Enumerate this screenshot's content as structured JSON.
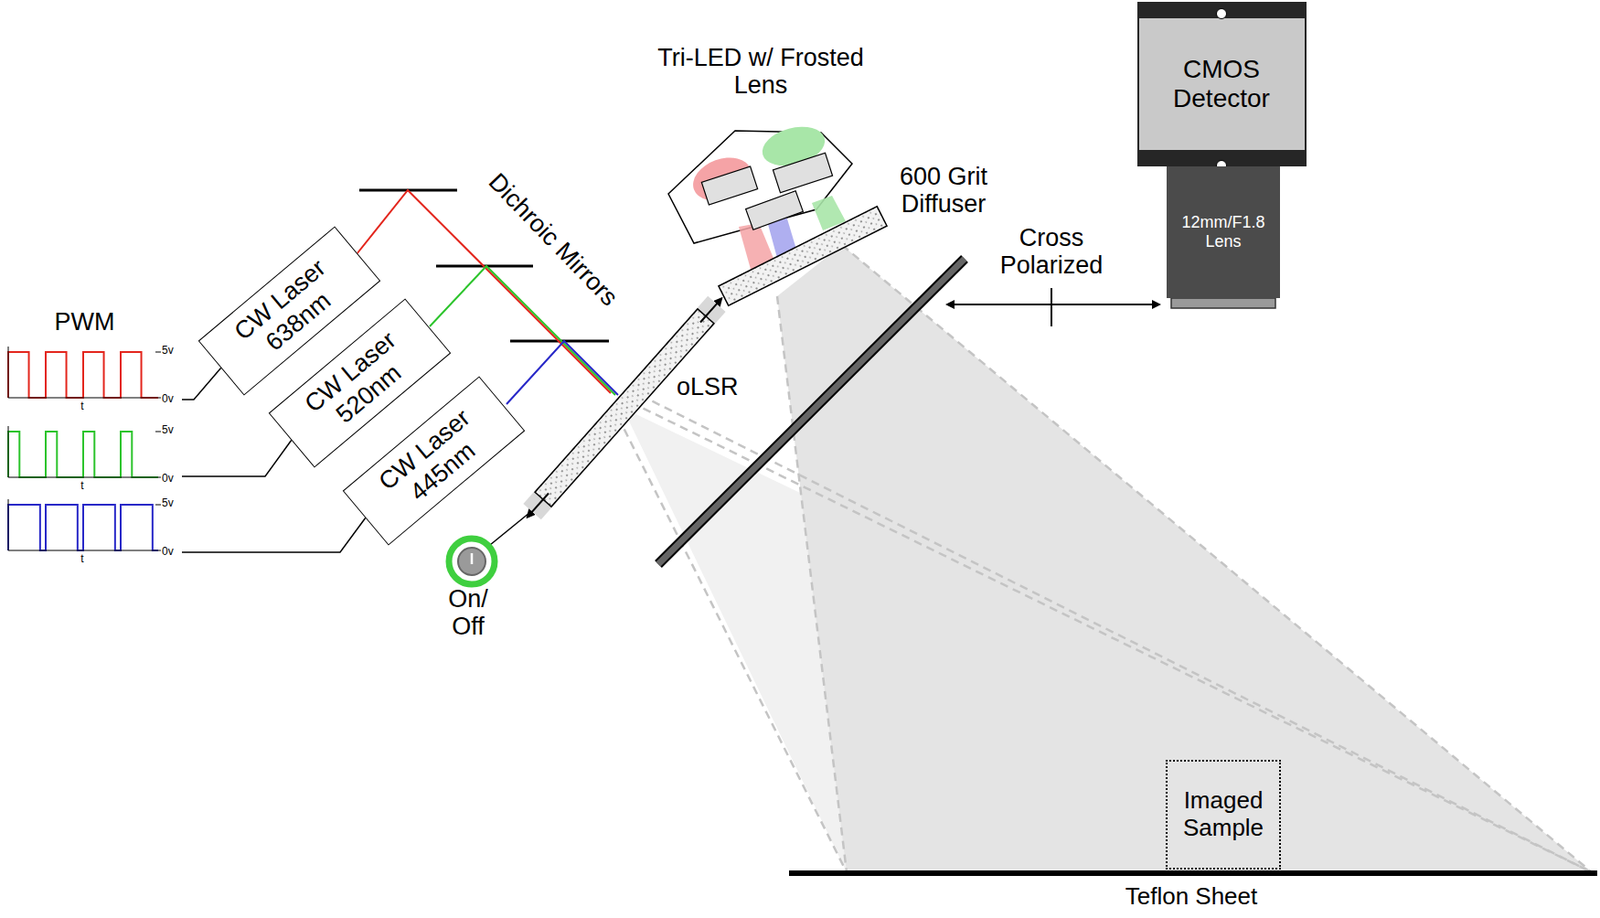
{
  "diagram": {
    "nodes": [
      {
        "text": [
          "CW Laser 638nm"
        ]
      },
      {
        "text": [
          "CW Laser 520nm"
        ]
      },
      {
        "text": [
          "CW Laser 445nm"
        ]
      },
      {
        "text": [
          "CMOS Detector"
        ]
      },
      {
        "text": [
          "12mm/F1.8 Lens"
        ]
      },
      {
        "text": [
          "Imaged Sample"
        ]
      }
    ],
    "labels": [
      "PWM",
      "5v",
      "0v",
      "t",
      "5v",
      "0v",
      "t",
      "5v",
      "0v",
      "t",
      "Dichroic Mirrors",
      "Tri-LED w/ Frosted Lens",
      "600 Grit Diffuser",
      "Cross Polarized",
      "oLSR",
      "On/ Off",
      "Teflon Sheet"
    ]
  }
}
